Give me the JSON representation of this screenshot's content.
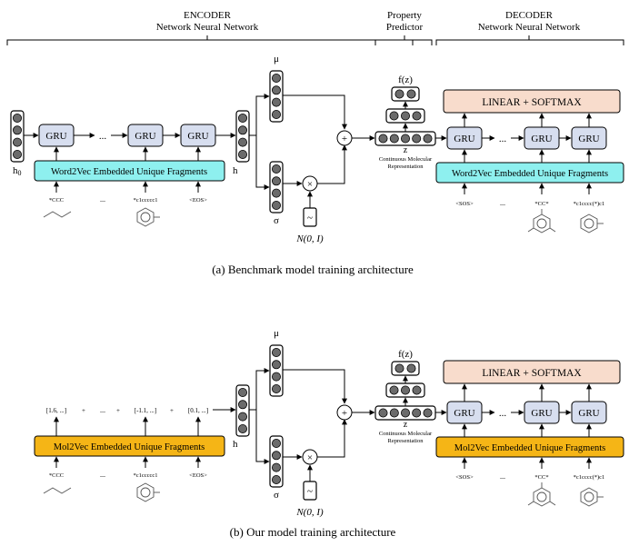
{
  "header": {
    "encoder_title": "ENCODER",
    "encoder_sub": "Network Neural Network",
    "predictor_line1": "Property",
    "predictor_line2": "Predictor",
    "decoder_title": "DECODER",
    "decoder_sub": "Network Neural Network"
  },
  "labels": {
    "gru": "GRU",
    "ellipsis": "...",
    "h0": "h",
    "h0_sub": "0",
    "h": "h",
    "mu": "μ",
    "sigma": "σ",
    "noise": "N(0, I)",
    "noise_glyph": "~",
    "plus": "+",
    "times": "×",
    "fz": "f(z)",
    "z": "z",
    "cmr_line1": "Continuous Molecular",
    "cmr_line2": "Representation",
    "linear": "LINEAR + SOFTMAX"
  },
  "panel_a": {
    "enc_embed": "Word2Vec Embedded Unique Fragments",
    "dec_embed": "Word2Vec Embedded Unique Fragments",
    "enc_tokens": [
      "*CCC",
      "...",
      "*c1ccccc1",
      "<EOS>"
    ],
    "dec_tokens": [
      "<SOS>",
      "...",
      "*CC*",
      "*c1cccc(*)c1"
    ],
    "caption": "(a)  Benchmark model training architecture"
  },
  "panel_b": {
    "enc_embed": "Mol2Vec Embedded Unique Fragments",
    "dec_embed": "Mol2Vec Embedded Unique Fragments",
    "vectors": [
      "[1.6, ...]",
      "+",
      "...",
      "+",
      "[-1.1, ...]",
      "+",
      "[0.1, ...]"
    ],
    "enc_tokens": [
      "*CCC",
      "...",
      "*c1ccccc1",
      "<EOS>"
    ],
    "dec_tokens": [
      "<SOS>",
      "...",
      "*CC*",
      "*c1cccc(*)c1"
    ],
    "caption": "(b)  Our model training architecture"
  },
  "colors": {
    "gru_fill": "#d7deef",
    "word2vec_fill": "#8ef0ef",
    "mol2vec_fill": "#f5b516",
    "linear_fill": "#f8dccc",
    "node_fill": "#6b6b6b"
  }
}
